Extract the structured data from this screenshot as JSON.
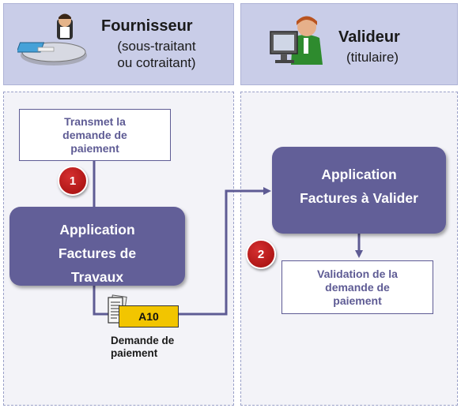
{
  "lanes": [
    {
      "title": "Fournisseur",
      "subtitle_lines": [
        "(sous-traitant",
        "ou cotraitant)"
      ]
    },
    {
      "title": "Valideur",
      "subtitle_lines": [
        "(titulaire)"
      ]
    }
  ],
  "nodes": {
    "transmet": [
      "Transmet la",
      "demande de",
      "paiement"
    ],
    "app_factures_travaux": [
      "Application",
      "Factures de",
      "Travaux"
    ],
    "app_factures_valider": [
      "Application",
      "Factures à Valider"
    ],
    "validation": [
      "Validation de la",
      "demande de",
      "paiement"
    ]
  },
  "steps": [
    "1",
    "2"
  ],
  "document": {
    "code": "A10",
    "caption_lines": [
      "Demande de",
      "paiement"
    ]
  },
  "icons": {
    "supplier": "person-at-desk-icon",
    "validator": "person-at-computer-icon",
    "document": "document-icon"
  },
  "colors": {
    "accent": "#625f98",
    "lane_header": "#c9cde8",
    "badge": "#c01818",
    "tag": "#f2c500"
  }
}
